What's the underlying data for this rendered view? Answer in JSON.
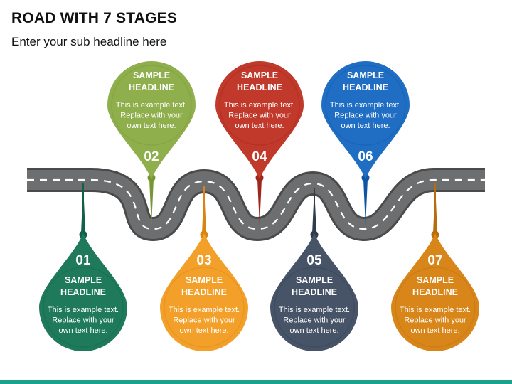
{
  "title": "ROAD WITH 7 STAGES",
  "subtitle": "Enter your sub headline here",
  "colors": {
    "road": "#6d6e70",
    "road_edge": "#4a4a4a",
    "lane": "#ffffff",
    "footer": "#1aa38a"
  },
  "stages": [
    {
      "number": "01",
      "headline_1": "SAMPLE",
      "headline_2": "HEADLINE",
      "text_1": "This is example text.",
      "text_2": "Replace with your",
      "text_3": "own text here.",
      "color": "#1f7a5c",
      "inner": "#11604a"
    },
    {
      "number": "02",
      "headline_1": "SAMPLE",
      "headline_2": "HEADLINE",
      "text_1": "This is example text.",
      "text_2": "Replace with your",
      "text_3": "own text here.",
      "color": "#8fae4c",
      "inner": "#779636"
    },
    {
      "number": "03",
      "headline_1": "SAMPLE",
      "headline_2": "HEADLINE",
      "text_1": "This is example text.",
      "text_2": "Replace with your",
      "text_3": "own text here.",
      "color": "#f2a02a",
      "inner": "#d98512"
    },
    {
      "number": "04",
      "headline_1": "SAMPLE",
      "headline_2": "HEADLINE",
      "text_1": "This is example text.",
      "text_2": "Replace with your",
      "text_3": "own text here.",
      "color": "#c0392b",
      "inner": "#9f261b"
    },
    {
      "number": "05",
      "headline_1": "SAMPLE",
      "headline_2": "HEADLINE",
      "text_1": "This is example text.",
      "text_2": "Replace with your",
      "text_3": "own text here.",
      "color": "#475467",
      "inner": "#303c4d"
    },
    {
      "number": "06",
      "headline_1": "SAMPLE",
      "headline_2": "HEADLINE",
      "text_1": "This is example text.",
      "text_2": "Replace with your",
      "text_3": "own text here.",
      "color": "#1f6ec4",
      "inner": "#0f55a3"
    },
    {
      "number": "07",
      "headline_1": "SAMPLE",
      "headline_2": "HEADLINE",
      "text_1": "This is example text.",
      "text_2": "Replace with your",
      "text_3": "own text here.",
      "color": "#d8861a",
      "inner": "#b86d0c"
    }
  ]
}
